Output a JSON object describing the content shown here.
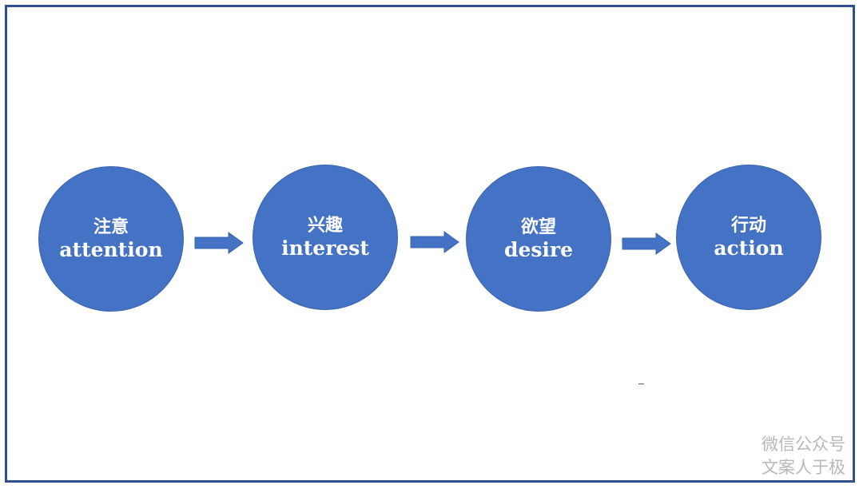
{
  "steps": [
    {
      "zh": "注意",
      "en": "attention"
    },
    {
      "zh": "兴趣",
      "en": "interest"
    },
    {
      "zh": "欲望",
      "en": "desire"
    },
    {
      "zh": "行动",
      "en": "action"
    }
  ],
  "arrows": [
    {
      "icon": "right-arrow-icon"
    },
    {
      "icon": "right-arrow-icon"
    },
    {
      "icon": "right-arrow-icon"
    }
  ],
  "colors": {
    "circle_fill": "#4472c4",
    "arrow_fill": "#4472c4",
    "frame_border": "#2f4f8f",
    "watermark_text": "#b8b8b8"
  },
  "watermark": {
    "line1": "微信公众号",
    "line2": "文案人于极"
  }
}
